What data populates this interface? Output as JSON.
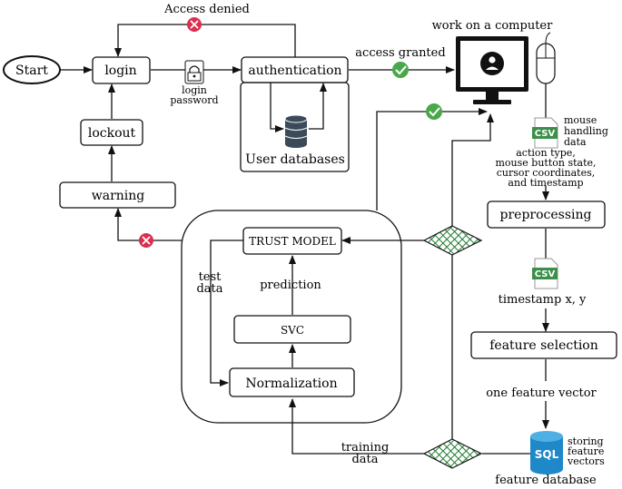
{
  "nodes": {
    "start": "Start",
    "login": "login",
    "authentication": "authentication",
    "user_databases": "User databases",
    "lockout": "lockout",
    "warning": "warning",
    "trust_model": "TRUST MODEL",
    "svc": "SVC",
    "normalization": "Normalization",
    "preprocessing": "preprocessing",
    "feature_selection": "feature selection",
    "feature_database": "feature database"
  },
  "labels": {
    "access_denied": "Access denied",
    "access_granted": "access granted",
    "work_on_computer": "work on a computer",
    "login_password": [
      "login",
      "password"
    ],
    "mouse_handling_data": [
      "mouse",
      "handling",
      "data"
    ],
    "action_details": [
      "action type,",
      "mouse button state,",
      "cursor coordinates,",
      "and timestamp"
    ],
    "timestamp_xy": "timestamp x, y",
    "one_feature_vector": "one feature vector",
    "storing_feature_vectors": [
      "storing",
      "feature",
      "vectors"
    ],
    "test_data": [
      "test",
      "data"
    ],
    "prediction": "prediction",
    "training_data": [
      "training",
      "data"
    ]
  },
  "icons": {
    "csv": "CSV",
    "sql": "SQL"
  },
  "colors": {
    "deny_red": "#d9304f",
    "grant_green": "#4aa84a",
    "csv_green": "#3c8f4a",
    "sql_blue": "#1e88c8",
    "db_dark": "#3b4a5a",
    "diamond_green": "#1e7a2e"
  }
}
